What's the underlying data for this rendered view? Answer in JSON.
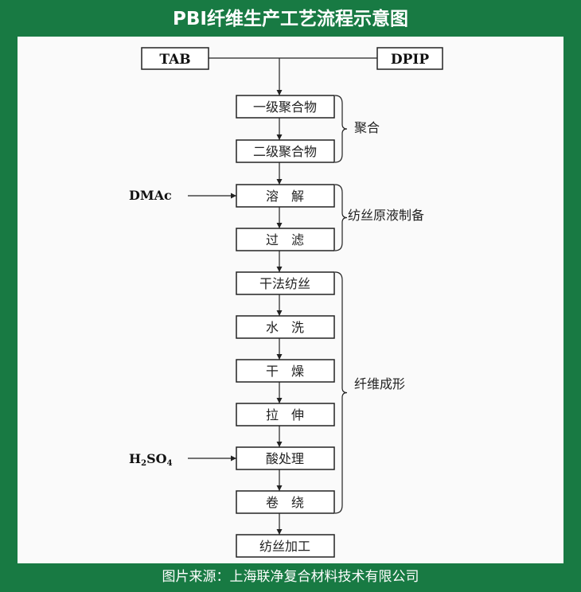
{
  "title": "PBI纤维生产工艺流程示意图",
  "footer": "图片来源：上海联净复合材料技术有限公司",
  "inputs": {
    "tab": "TAB",
    "dpip": "DPIP",
    "dmac": "DMAc",
    "h2so4": {
      "h": "H",
      "sub2": "2",
      "so": "SO",
      "sub4": "4"
    }
  },
  "steps": [
    "一级聚合物",
    "二级聚合物",
    "溶　解",
    "过　滤",
    "干法纺丝",
    "水　洗",
    "干　燥",
    "拉　伸",
    "酸处理",
    "卷　绕",
    "纺丝加工"
  ],
  "groups": [
    "聚合",
    "纺丝原液制备",
    "纤维成形"
  ],
  "colors": {
    "background": "#187a43",
    "panel": "#fafafa",
    "line": "#222222"
  }
}
